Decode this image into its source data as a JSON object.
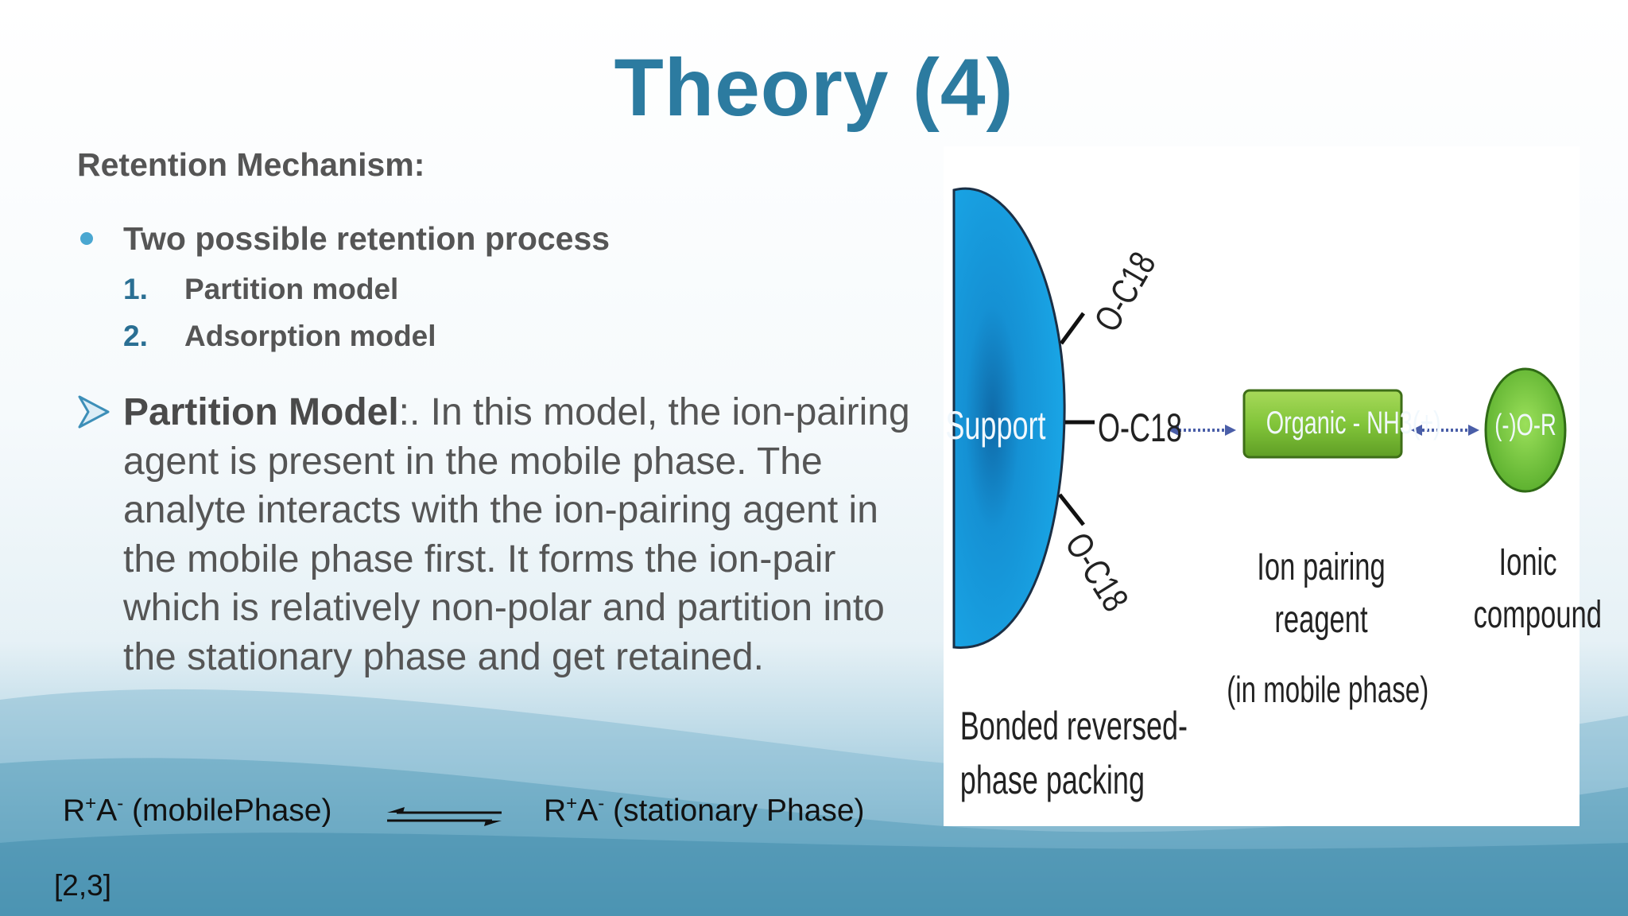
{
  "slide": {
    "title": "Theory (4)",
    "subheading": "Retention Mechanism:",
    "bullet": "Two possible retention process",
    "numbered": [
      {
        "num": "1.",
        "text": "Partition model"
      },
      {
        "num": "2.",
        "text": "Adsorption model"
      }
    ],
    "paragraph": {
      "bold_lead": "Partition Model",
      "body": ":. In this model, the ion-pairing agent is present in the mobile phase. The analyte  interacts with the ion-pairing agent in the mobile phase first. It forms the ion-pair which is relatively non-polar and partition into the stationary phase and get retained."
    },
    "equation": {
      "left_base": "R",
      "left_sup1": "+",
      "left_mid": "A",
      "left_sup2": "-",
      "left_phase": " (mobilePhase)",
      "right_base": "R",
      "right_sup1": "+",
      "right_mid": "A",
      "right_sup2": "-",
      "right_phase": " (stationary Phase)"
    },
    "reference": "[2,3]"
  },
  "figure": {
    "support_label": "Support",
    "chain_top": "O-C18",
    "chain_mid": "O-C18",
    "chain_bottom": "O-C18",
    "reagent_label": "Organic - NH3(+)",
    "compound_label": "(-)O-R",
    "reagent_caption_1": "Ion pairing",
    "reagent_caption_2": "reagent",
    "reagent_caption_3": "(in mobile phase)",
    "compound_caption_1": "Ionic",
    "compound_caption_2": "compound",
    "packing_caption_1": "Bonded reversed-",
    "packing_caption_2": "phase packing",
    "colors": {
      "support": "#1aa3e0",
      "reagent": "#7fbf3a",
      "compound": "#6bc23e",
      "arrow": "#4a5ea8"
    }
  },
  "theme": {
    "title_color": "#2c7ba0",
    "accent_bullet": "#4aa7d1",
    "text_color": "#555555"
  }
}
